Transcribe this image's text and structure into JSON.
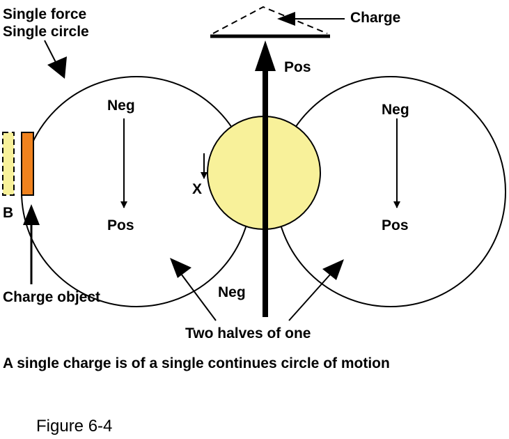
{
  "labels": {
    "single_force": "Single force",
    "single_circle": "Single circle",
    "charge_top": "Charge",
    "pos_top": "Pos",
    "left_neg": "Neg",
    "left_pos": "Pos",
    "right_neg": "Neg",
    "right_pos": "Pos",
    "center_x": "X",
    "b_label": "B",
    "charge_object": "Charge object",
    "bottom_neg": "Neg",
    "two_halves": "Two halves of one"
  },
  "statement": "A single charge is of a single continues circle of motion",
  "figure_caption": "Figure 6-4",
  "colors": {
    "line": "#000000",
    "center_fill": "#f8f19a",
    "charge_object_fill": "#f0821e",
    "ghost_fill": "#f8f19a"
  }
}
